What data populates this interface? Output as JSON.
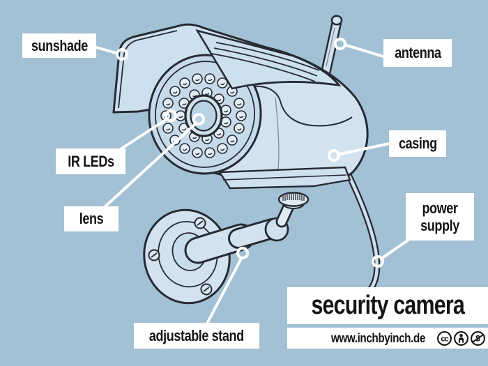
{
  "colors": {
    "background": "#a2c1d4",
    "illustration_line": "#262a33",
    "illustration_fill": "#d2e3ef",
    "label_background": "#ffffff",
    "label_text": "#141414",
    "leader_line": "#ffffff"
  },
  "labels": {
    "sunshade": "sunshade",
    "antenna": "antenna",
    "ir_leds": "IR LEDs",
    "lens": "lens",
    "casing": "casing",
    "power_supply": "power supply",
    "adjustable_stand": "adjustable stand"
  },
  "title": "security camera",
  "footer": {
    "website": "www.inchbyinch.de",
    "license_icons": [
      "cc",
      "attribution",
      "non-commercial"
    ]
  },
  "illustration": {
    "subject": "outdoor bullet security camera with IR LEDs, sunshade, antenna, power cable and adjustable wall-mount stand"
  }
}
